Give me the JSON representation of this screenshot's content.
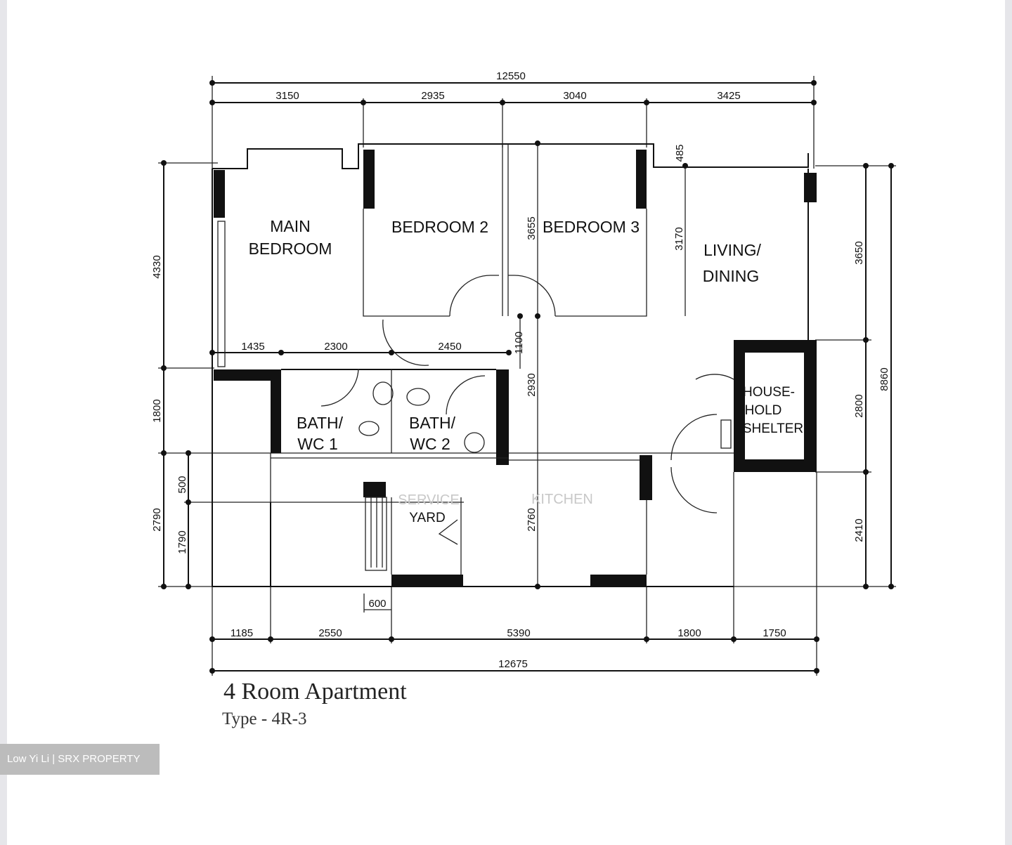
{
  "plan": {
    "title": "4 Room Apartment",
    "type": "Type - 4R-3",
    "rooms": {
      "main_bedroom": [
        "MAIN",
        "BEDROOM"
      ],
      "bedroom2": "BEDROOM 2",
      "bedroom3": "BEDROOM 3",
      "living": [
        "LIVING/",
        "DINING"
      ],
      "shelter": [
        "HOUSE-",
        "HOLD",
        "SHELTER"
      ],
      "bath1": [
        "BATH/",
        "WC 1"
      ],
      "bath2": [
        "BATH/",
        "WC 2"
      ],
      "yard": [
        "SERVICE",
        "YARD"
      ],
      "kitchen": "KITCHEN"
    },
    "dimensions": {
      "top_total": "12550",
      "top": [
        "3150",
        "2935",
        "3040",
        "3425"
      ],
      "left": [
        "4330",
        "1800",
        "2790"
      ],
      "left_inner": [
        "500",
        "1790"
      ],
      "right": [
        "3650",
        "2800",
        "2410"
      ],
      "right_total": "8860",
      "bottom": [
        "1185",
        "2550",
        "5390",
        "1800",
        "1750"
      ],
      "bottom_total": "12675",
      "bottom_small": "600",
      "internal_h": [
        "1435",
        "2300",
        "2450"
      ],
      "internal_v": [
        "3655",
        "3170",
        "485",
        "1100",
        "2930",
        "2760"
      ]
    }
  },
  "watermark": "Low Yi Li | SRX PROPERTY"
}
